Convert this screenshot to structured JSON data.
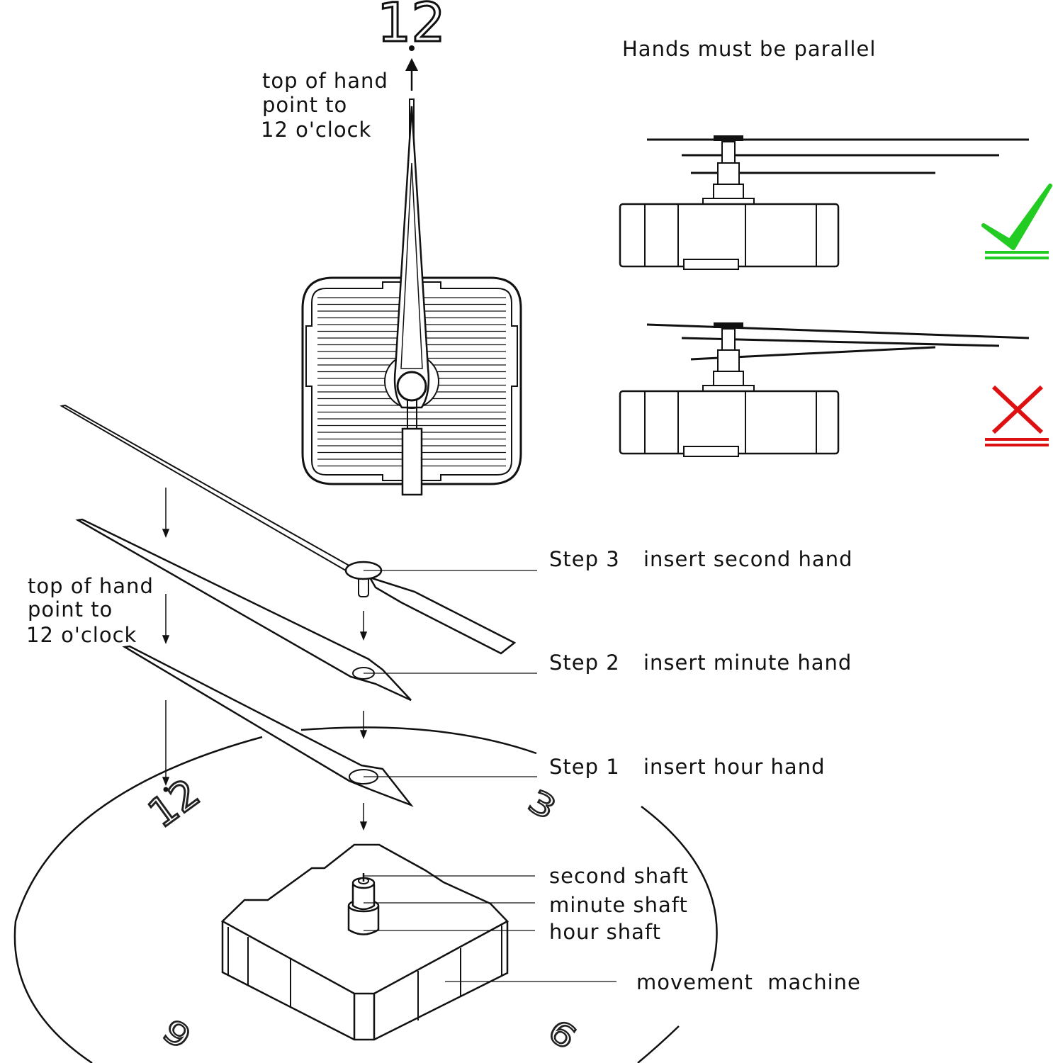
{
  "dial_numerals": {
    "twelve_top": "12",
    "twelve_dial": "12",
    "three": "3",
    "six": "6",
    "nine": "9"
  },
  "notes": {
    "parallel": "Hands must be parallel",
    "top_upper": [
      "top of hand",
      "point to",
      "12 o'clock"
    ],
    "top_left": [
      "top of hand",
      "point to",
      "12 o'clock"
    ]
  },
  "steps": [
    {
      "step": "Step 3",
      "action": "insert second hand"
    },
    {
      "step": "Step 2",
      "action": "insert minute hand"
    },
    {
      "step": "Step 1",
      "action": "insert hour hand"
    }
  ],
  "parts": {
    "second_shaft": "second shaft",
    "minute_shaft": "minute shaft",
    "hour_shaft": "hour shaft",
    "movement": "movement  machine"
  },
  "marks": {
    "correct_color": "#22cc22",
    "wrong_color": "#dd1111",
    "correct_icon": "check-icon",
    "wrong_icon": "cross-icon"
  }
}
